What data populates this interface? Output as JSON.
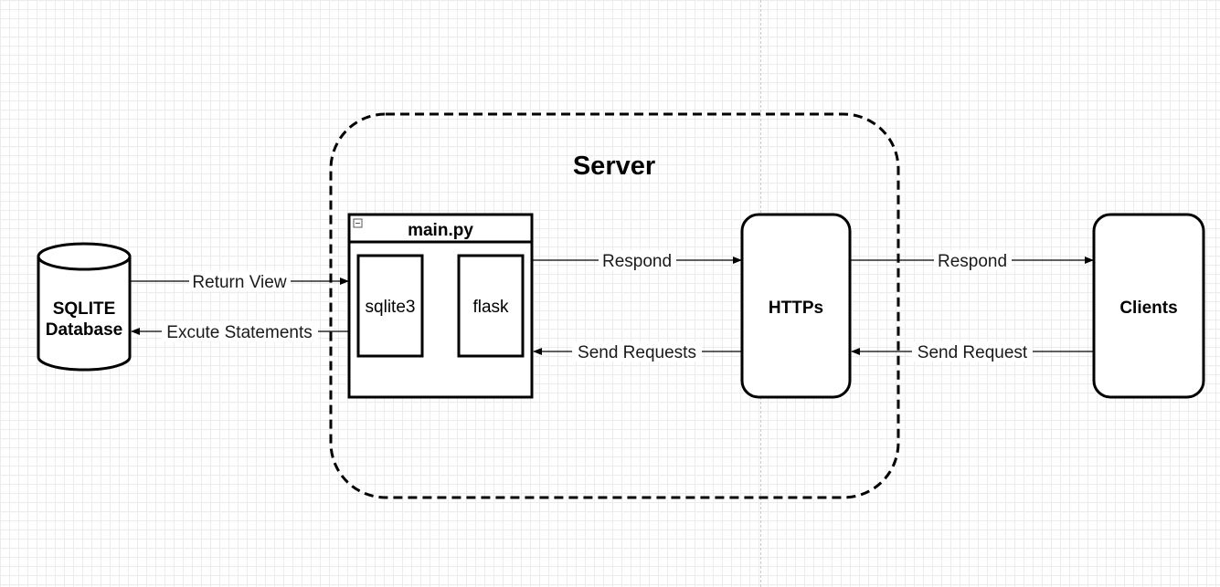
{
  "server": {
    "title": "Server"
  },
  "database": {
    "line1": "SQLITE",
    "line2": "Database"
  },
  "main_module": {
    "title": "main.py",
    "components": [
      "sqlite3",
      "flask"
    ]
  },
  "https_node": {
    "label": "HTTPs"
  },
  "clients_node": {
    "label": "Clients"
  },
  "edges": {
    "return_view": "Return View",
    "excute_statements": "Excute Statements",
    "respond_main": "Respond",
    "send_requests": "Send Requests",
    "respond_clients": "Respond",
    "send_request": "Send Request"
  },
  "colors": {
    "stroke": "#000000",
    "grid": "#ececec",
    "background": "#ffffff"
  },
  "icons": {
    "collapse": "collapse-icon"
  }
}
